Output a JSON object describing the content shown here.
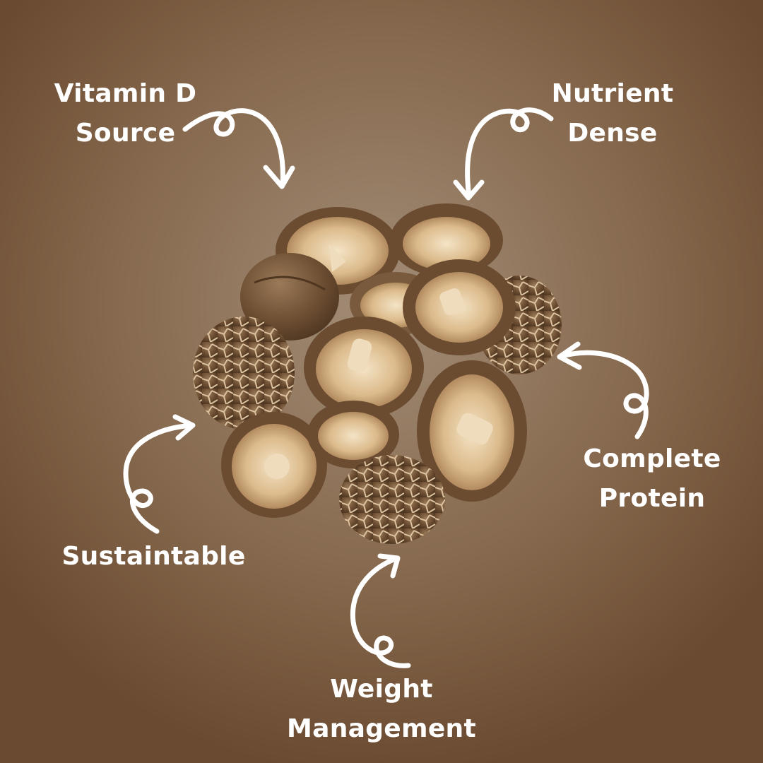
{
  "colors": {
    "background_center": "#a28d77",
    "background_mid": "#876a4f",
    "background_edge": "#6a4a30",
    "label_text": "#ffffff",
    "arrow": "#ffffff",
    "mushroom_cap": "#7a5a3c",
    "mushroom_cap_dark": "#5a3f28",
    "mushroom_gills": "#dcbb8c",
    "mushroom_stem": "#efdcbc"
  },
  "labels": {
    "vitamin_d": {
      "line1": "Vitamin D",
      "line2": "Source"
    },
    "nutrient_dense": {
      "line1": "Nutrient",
      "line2": "Dense"
    },
    "complete_protein": {
      "line1": "Complete",
      "line2": "Protein"
    },
    "sustainable": {
      "line1": "Sustaintable"
    },
    "weight_management": {
      "line1": "Weight",
      "line2": "Management"
    }
  },
  "icons": {
    "arrows": "curly-arrow-icon",
    "product": "dried-shiitake-mushrooms"
  }
}
